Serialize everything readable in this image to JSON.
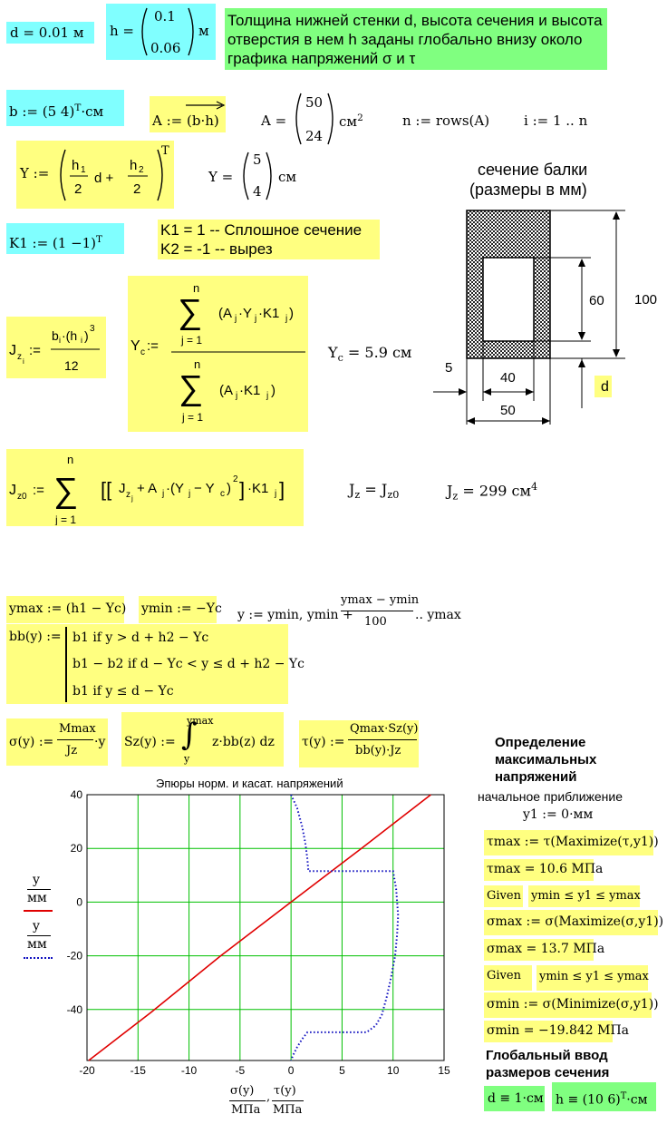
{
  "top": {
    "d_def": "d = 0.01 м",
    "h_def_lhs": "h =",
    "h_def_vals": [
      "0.1",
      "0.06"
    ],
    "h_def_unit": "м",
    "note": "Толщина нижней стенки d, высота сечения и высота отверстия в нем h заданы глобально внизу около графика напряжений σ и τ"
  },
  "section1": {
    "b_def": "b := (5  4)",
    "b_sup": "T",
    "b_unit": "·см",
    "A_def": "A := (b·h)",
    "A_lhs": "A =",
    "A_vals": [
      "50",
      "24"
    ],
    "A_unit": "см",
    "A_sup": "2",
    "n_def": "n := rows(A)",
    "i_def": "i := 1 .. n",
    "Y_def": "Y :=",
    "Y_sup": "T",
    "Y_lhs": "Y =",
    "Y_vals": [
      "5",
      "4"
    ],
    "Y_unit": "см",
    "K1_def": "K1 := (1  −1)",
    "K1_sup": "T",
    "K1_note1": "K1 = 1 -- Сплошное сечение",
    "K1_note2": "K2 = -1 -- вырез",
    "Jz_def": "J",
    "Jz_num": "b",
    "Jz_den": "12",
    "Yc_result": "Y",
    "Yc_value": " = 5.9 см",
    "Jz0_result_lhs": "J",
    "Jz0_result_rhs": " = J",
    "Jz_value": " = 299 см",
    "Jz_value_sup": "4"
  },
  "figure": {
    "title_line1": "сечение балки",
    "title_line2": "(размеры в мм)",
    "dim_100": "100",
    "dim_60": "60",
    "dim_5": "5",
    "dim_40": "40",
    "dim_50": "50",
    "dim_d": "d"
  },
  "section2": {
    "ymax_def": "ymax := (h1 − Yc)",
    "ymin_def": "ymin := −Yc",
    "y_def": "y := ymin, ymin +",
    "y_frac_num": "ymax − ymin",
    "y_frac_den": "100",
    "y_def_end": ".. ymax",
    "bb_def": "bb(y) :=",
    "bb_line1": "b1  if  y > d + h2 − Yc",
    "bb_line2": "b1 − b2  if  d − Yc < y ≤ d + h2 − Yc",
    "bb_line3": "b1  if  y ≤ d − Yc",
    "sigma_def": "σ(y) :=",
    "sigma_num": "Mmax",
    "sigma_den": "Jz",
    "sigma_tail": "·y",
    "Sz_def": "Sz(y) :=",
    "Sz_body": "z·bb(z) dz",
    "Sz_upper": "ymax",
    "Sz_lower": "y",
    "tau_def": "τ(y) :=",
    "tau_num": "Qmax·Sz(y)",
    "tau_den": "bb(y)·Jz"
  },
  "chart_data": {
    "type": "line",
    "title": "Эпюры норм. и касат. напряжений",
    "xlim": [
      -20,
      15
    ],
    "ylim": [
      -59,
      40
    ],
    "x_ticks": [
      "-20",
      "-15",
      "-10",
      "-5",
      "0",
      "5",
      "10",
      "15"
    ],
    "y_ticks": [
      "40",
      "20",
      "0",
      "-20",
      "-40"
    ],
    "x_label_num": [
      "σ(y)",
      "τ(y)"
    ],
    "x_label_den": [
      "МПа",
      "МПа"
    ],
    "legend": [
      {
        "num": "y",
        "den": "мм",
        "color": "#e00000",
        "style": "solid"
      },
      {
        "num": "y",
        "den": "мм",
        "color": "#1010c0",
        "style": "dotted"
      }
    ],
    "grid": true,
    "series": [
      {
        "color": "#e00000",
        "style": "solid",
        "points": [
          [
            -19.84,
            -59
          ],
          [
            -13.7,
            -41
          ],
          [
            -6.9,
            -20
          ],
          [
            0,
            0
          ],
          [
            6.9,
            20
          ],
          [
            13.7,
            40
          ]
        ]
      },
      {
        "color": "#1010c0",
        "style": "dotted",
        "points": [
          [
            0,
            40
          ],
          [
            0.6,
            35
          ],
          [
            1.1,
            28
          ],
          [
            1.4,
            22
          ],
          [
            1.6,
            16
          ],
          [
            1.7,
            11.5
          ],
          [
            10.0,
            11.5
          ],
          [
            10.3,
            5
          ],
          [
            10.5,
            -5
          ],
          [
            10.4,
            -12
          ],
          [
            10.2,
            -20
          ],
          [
            9.8,
            -28
          ],
          [
            9.4,
            -35
          ],
          [
            8.9,
            -42
          ],
          [
            8.3,
            -46
          ],
          [
            7.4,
            -48.5
          ],
          [
            1.6,
            -48.5
          ],
          [
            1.1,
            -51
          ],
          [
            0.6,
            -54
          ],
          [
            0.2,
            -57
          ],
          [
            0,
            -59
          ]
        ]
      }
    ]
  },
  "right": {
    "heading": "Определение максимальных напряжений",
    "approx_label": "начальное приближение",
    "y1_def": "y1 := 0·мм",
    "tau_max_def": "τmax := τ(Maximize(τ,y1))",
    "tau_max_val": "τmax = 10.6 МПа",
    "given1": "Given",
    "given1_cond": "ymin ≤ y1 ≤ ymax",
    "sigma_max_def": "σmax := σ(Maximize(σ,y1))",
    "sigma_max_val": "σmax = 13.7 МПа",
    "given2": "Given",
    "given2_cond": "ymin ≤ y1 ≤ ymax",
    "sigma_min_def": "σmin := σ(Minimize(σ,y1))",
    "sigma_min_val": "σmin = −19.842 МПа",
    "global_heading": "Глобальный ввод размеров сечения",
    "d_global": "d ≡ 1·см",
    "h_global": "h ≡ (10  6)",
    "h_global_sup": "T",
    "h_global_unit": "·см"
  }
}
